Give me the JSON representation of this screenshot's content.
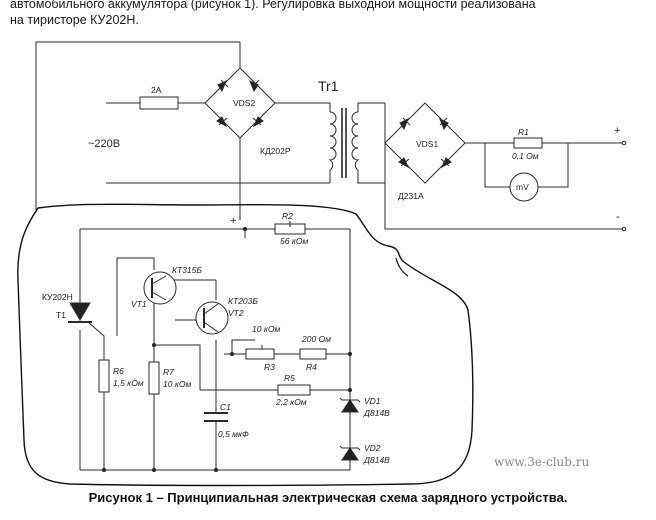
{
  "intro_text": {
    "line1": "автомобильного аккумулятора (рисунок 1). Регулировка выходной мощности реализована",
    "line2": "на тиристоре КУ202Н."
  },
  "caption": "Рисунок 1 – Принципиальная электрическая схема зарядного устройства.",
  "watermark": "www.3e-club.ru",
  "labels": {
    "fuse": "2А",
    "mains": "~220В",
    "vds2": "VDS2",
    "vds2_type": "КД202Р",
    "tr1": "Tr1",
    "vds1": "VDS1",
    "vds1_type": "Д231А",
    "r1": "R1",
    "r1_val": "0,1 Ом",
    "mv": "mV",
    "plus_out": "+",
    "minus_out": "-",
    "plus_node": "+",
    "r2": "R2",
    "r2_val": "56 кОм",
    "kt315": "КТ315Б",
    "vt1": "VT1",
    "kt203": "КТ203Б",
    "vt2": "VT2",
    "ku202": "КУ202Н",
    "t1": "T1",
    "r3_val": "10 кОм",
    "r3": "R3",
    "r4_val": "200 Ом",
    "r4": "R4",
    "r5": "R5",
    "r5_val": "2,2 кОм",
    "r6": "R6",
    "r6_val": "1,5 кОм",
    "r7": "R7",
    "r7_val": "10 кОм",
    "c1": "C1",
    "c1_val": "0,5 мкФ",
    "vd1": "VD1",
    "vd1_type": "Д814В",
    "vd2": "VD2",
    "vd2_type": "Д814В"
  }
}
